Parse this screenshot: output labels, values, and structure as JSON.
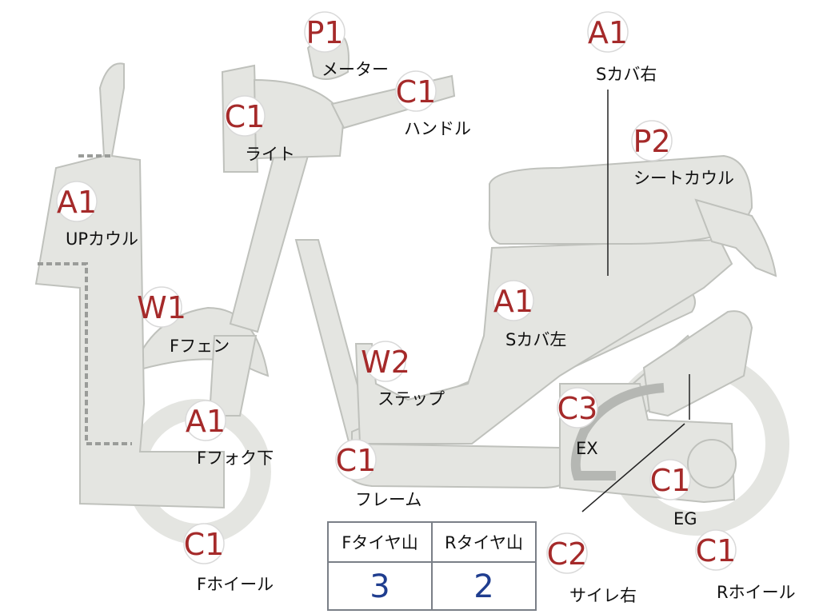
{
  "parts": [
    {
      "id": "meter",
      "grade": "P1",
      "label": "メーター"
    },
    {
      "id": "handle",
      "grade": "C1",
      "label": "ハンドル"
    },
    {
      "id": "light",
      "grade": "C1",
      "label": "ライト"
    },
    {
      "id": "side-cover-right",
      "grade": "A1",
      "label": "Sカバ右"
    },
    {
      "id": "seat-cowl",
      "grade": "P2",
      "label": "シートカウル"
    },
    {
      "id": "upper-cowl",
      "grade": "A1",
      "label": "UPカウル"
    },
    {
      "id": "front-fender",
      "grade": "W1",
      "label": "Fフェン"
    },
    {
      "id": "side-cover-left",
      "grade": "A1",
      "label": "Sカバ左"
    },
    {
      "id": "step",
      "grade": "W2",
      "label": "ステップ"
    },
    {
      "id": "front-fork-lower",
      "grade": "A1",
      "label": "Fフォク下"
    },
    {
      "id": "exhaust",
      "grade": "C3",
      "label": "EX"
    },
    {
      "id": "frame",
      "grade": "C1",
      "label": "フレーム"
    },
    {
      "id": "engine",
      "grade": "C1",
      "label": "EG"
    },
    {
      "id": "front-wheel",
      "grade": "C1",
      "label": "Fホイール"
    },
    {
      "id": "muffler-right",
      "grade": "C2",
      "label": "サイレ右"
    },
    {
      "id": "rear-wheel",
      "grade": "C1",
      "label": "Rホイール"
    }
  ],
  "tire_table": {
    "headers": [
      "Fタイヤ山",
      "Rタイヤ山"
    ],
    "values": [
      "3",
      "2"
    ]
  },
  "colors": {
    "grade_text": "#a52a2a",
    "tread_value": "#1f3d8f",
    "part_fill": "#e4e5e1",
    "part_stroke": "#bfc1bc"
  }
}
